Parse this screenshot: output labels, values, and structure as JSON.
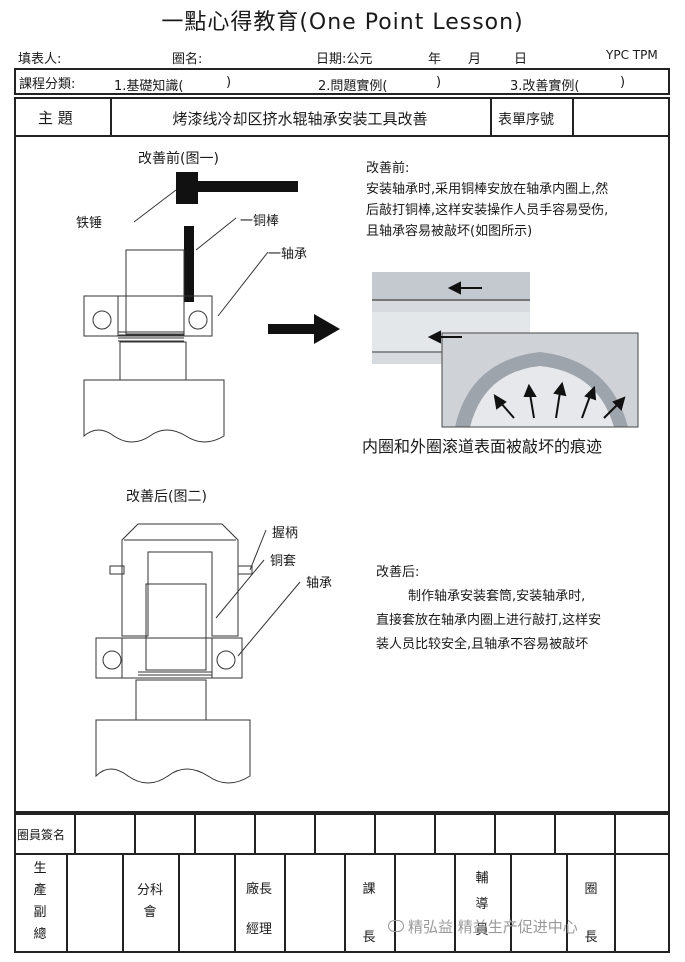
{
  "header": {
    "title": "一點心得教育(One Point Lesson)",
    "filler": "填表人:",
    "circle_name": "圈名:",
    "date": "日期:公元",
    "year": "年",
    "month": "月",
    "day": "日",
    "org": "YPC TPM"
  },
  "category": {
    "label": "課程分類:",
    "opt1": "1.基礎知識(",
    "opt1_end": ")",
    "opt2": "2.問題實例(",
    "opt2_end": ")",
    "opt3": "3.改善實例(",
    "opt3_end": ")"
  },
  "subject": {
    "label": "主 題",
    "value": "烤漆线冷却区挤水辊轴承安装工具改善",
    "form_no_label": "表單序號",
    "form_no_value": ""
  },
  "before": {
    "caption": "改善前(图一)",
    "hammer_label": "铁锤",
    "rod_label": "一铜棒",
    "bearing_label": "一轴承",
    "desc_title": "改善前:",
    "desc_lines": [
      "安装轴承时,采用铜棒安放在轴承内圈上,然",
      "后敲打铜棒,这样安装操作人员手容易受伤,",
      "且轴承容易被敲坏(如图所示)"
    ],
    "photo_caption": "内圈和外圈滚道表面被敲坏的痕迹"
  },
  "after": {
    "caption": "改善后(图二)",
    "handle_label": "握柄",
    "sleeve_label": "铜套",
    "bearing_label": "轴承",
    "desc_title": "改善后:",
    "desc_lines": [
      "制作轴承安装套筒,安装轴承时,",
      "直接套放在轴承内圈上进行敲打,这样安",
      "装人员比较安全,且轴承不容易被敲坏"
    ]
  },
  "footer": {
    "members_label": "圈員簽名",
    "roles": [
      {
        "lines": [
          "生",
          "產",
          "副",
          "總"
        ]
      },
      {
        "lines": [
          "分科",
          "會"
        ]
      },
      {
        "lines": [
          "廠長",
          "經理"
        ]
      },
      {
        "lines": [
          "課",
          "長"
        ]
      },
      {
        "lines": [
          "輔",
          "導",
          "員"
        ]
      },
      {
        "lines": [
          "圈",
          "長"
        ]
      }
    ],
    "watermark": "精弘益 精益生产促进中心"
  }
}
